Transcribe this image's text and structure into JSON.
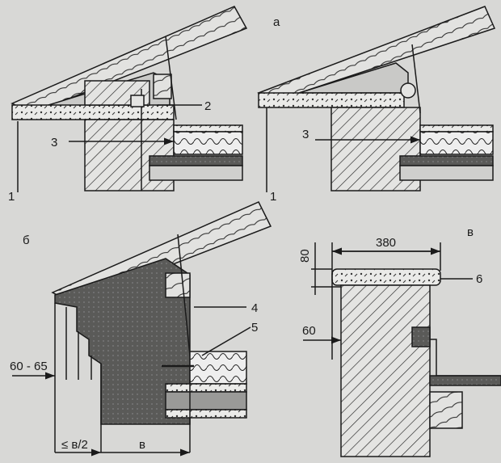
{
  "figure": {
    "panel_a": {
      "letter": "а",
      "labels": {
        "left_1": "1",
        "left_2": "2",
        "left_3": "3",
        "right_1": "1",
        "right_3": "3"
      }
    },
    "panel_b": {
      "letter": "б",
      "labels": {
        "n4": "4",
        "n5": "5",
        "dim_overhang": "60 - 65",
        "dim_half": "≤ в/2",
        "dim_width": "в"
      }
    },
    "panel_v": {
      "letter": "в",
      "labels": {
        "dim_380": "380",
        "dim_80": "80",
        "n6": "6",
        "dim_60": "60"
      }
    }
  },
  "colors": {
    "paper": "#d8d8d6",
    "ink": "#1a1a1a",
    "dark_mass": "#5a5a58"
  }
}
